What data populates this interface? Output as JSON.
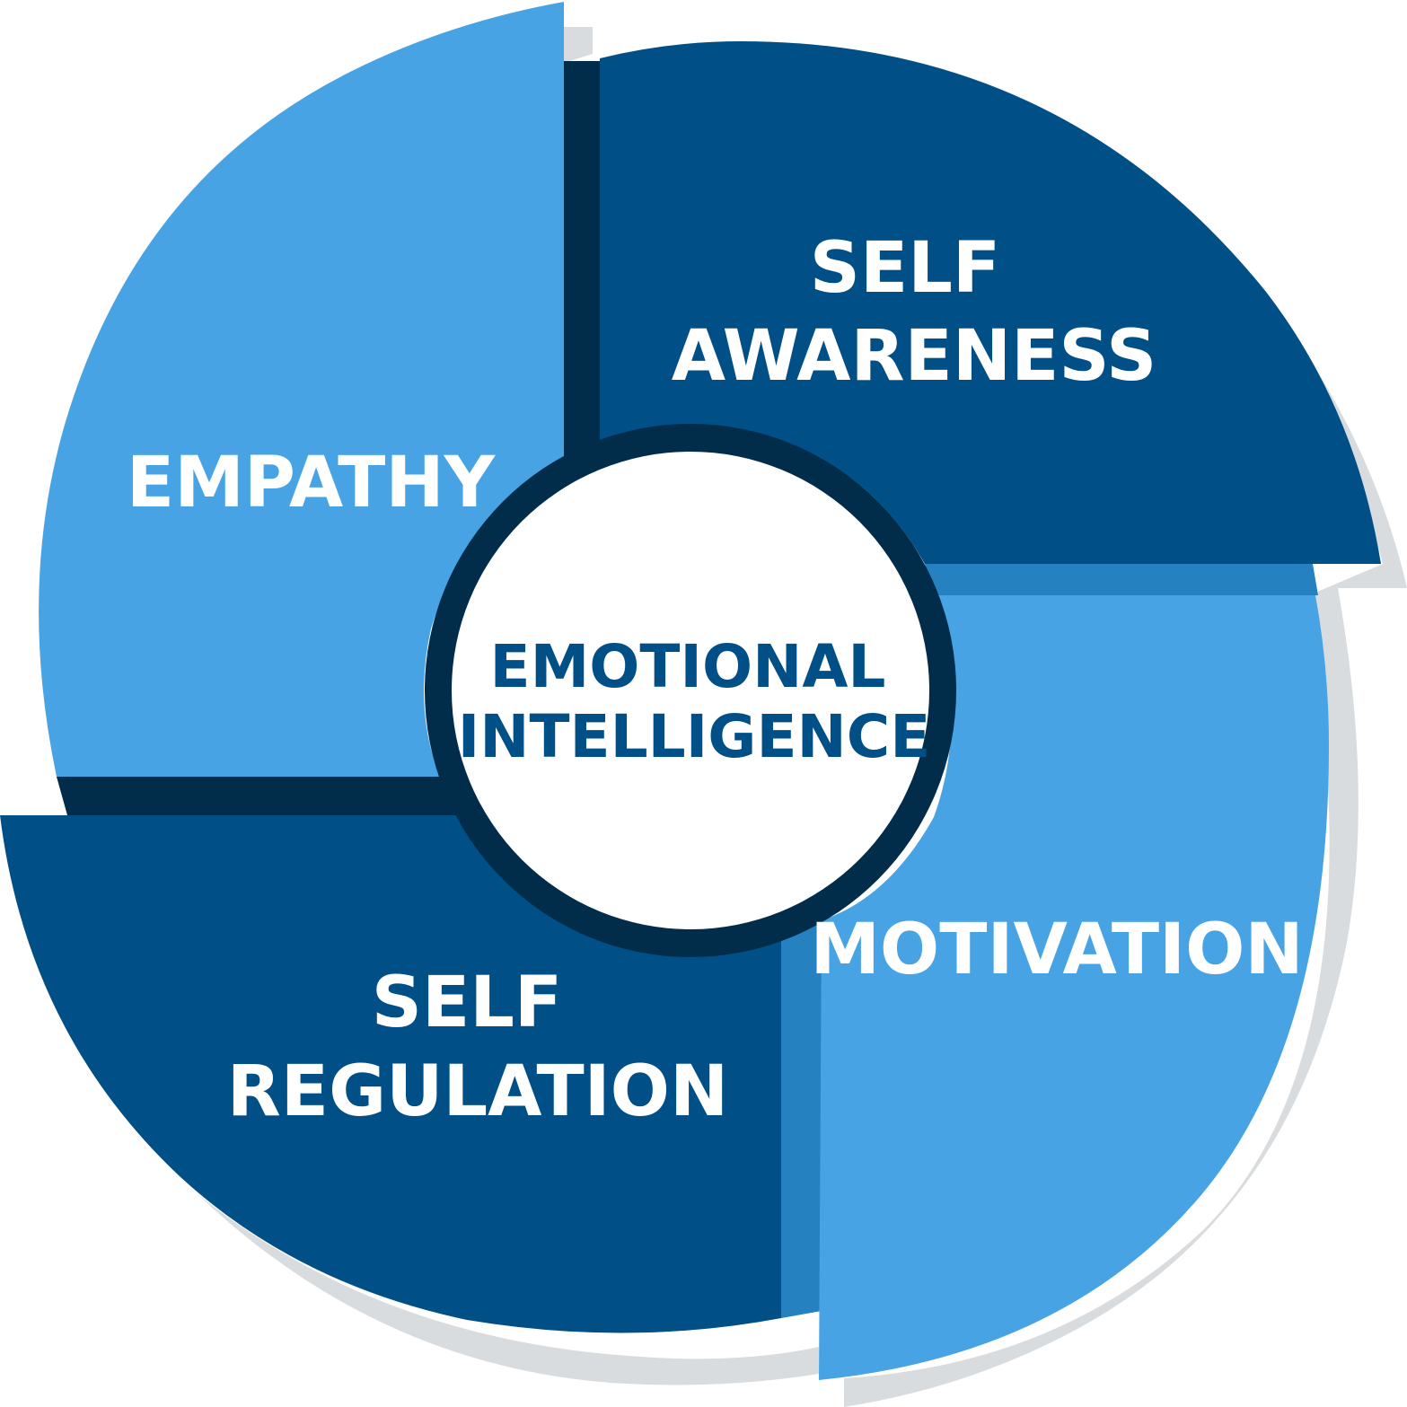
{
  "center": {
    "line1": "EMOTIONAL",
    "line2": "INTELLIGENCE"
  },
  "segments": {
    "self_awareness": {
      "line1": "SELF",
      "line2": "AWARENESS"
    },
    "motivation": {
      "line1": "MOTIVATION"
    },
    "self_regulation": {
      "line1": "SELF",
      "line2": "REGULATION"
    },
    "empathy": {
      "line1": "EMPATHY"
    }
  },
  "colors": {
    "dark_blue": "#004f87",
    "light_blue": "#48a3e5",
    "navy_gap": "#022d4a",
    "mid_blue_gap": "#2581bf",
    "shadow_gray": "#d9dcde",
    "center_fill": "#ffffff",
    "center_text": "#004f87"
  }
}
